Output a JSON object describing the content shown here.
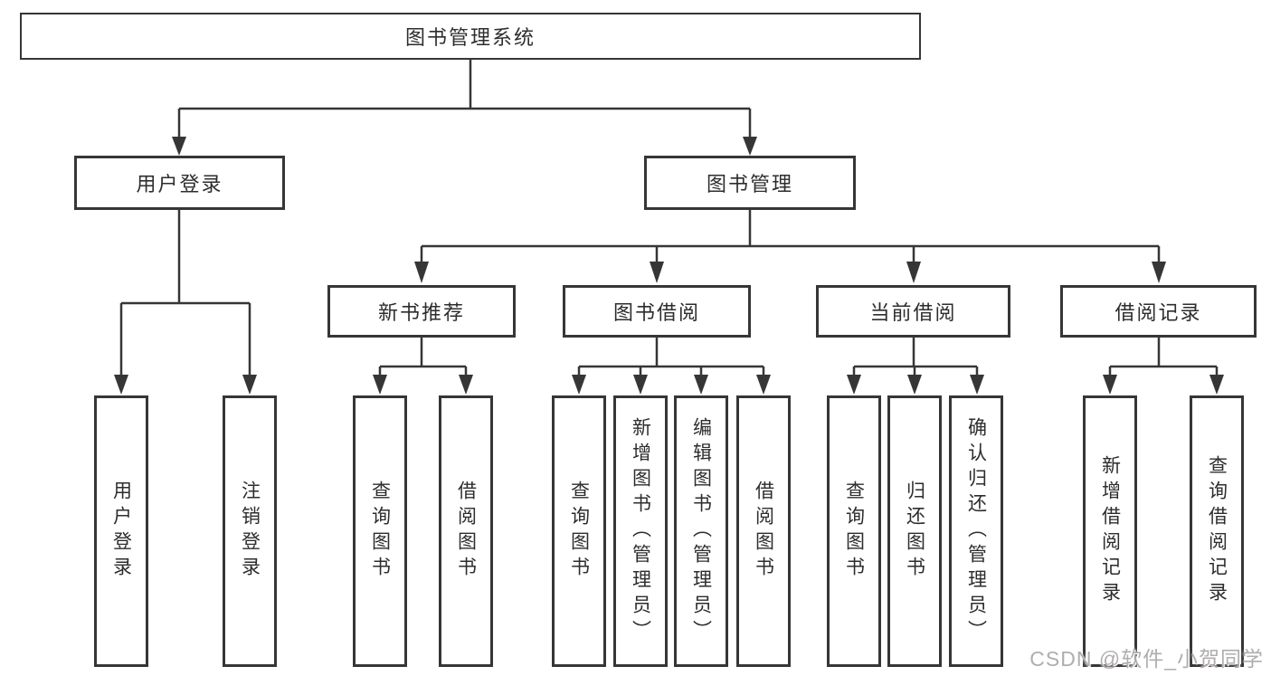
{
  "tree": {
    "root": "图书管理系统",
    "branches": [
      {
        "label": "用户登录",
        "children": [
          "用户登录",
          "注销登录"
        ]
      },
      {
        "label": "图书管理",
        "groups": [
          {
            "label": "新书推荐",
            "children": [
              "查询图书",
              "借阅图书"
            ]
          },
          {
            "label": "图书借阅",
            "children": [
              "查询图书",
              "新增图书（管理员）",
              "编辑图书（管理员）",
              "借阅图书"
            ]
          },
          {
            "label": "当前借阅",
            "children": [
              "查询图书",
              "归还图书",
              "确认归还（管理员）"
            ]
          },
          {
            "label": "借阅记录",
            "children": [
              "新增借阅记录",
              "查询借阅记录"
            ]
          }
        ]
      }
    ]
  },
  "colors": {
    "line": "#363636",
    "text": "#2d2d2d",
    "watermark": "#b1adad"
  },
  "watermark": "CSDN @软件_小贺同学"
}
